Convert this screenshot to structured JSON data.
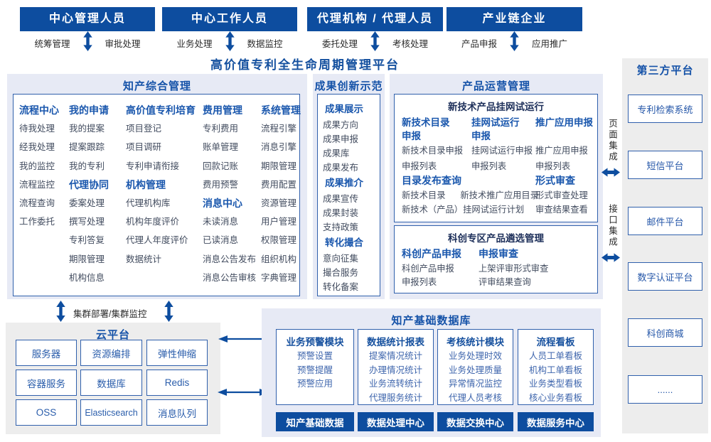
{
  "colors": {
    "dark_blue": "#0d4d9f",
    "accent_blue": "#1a57ad",
    "panel_lavender": "#e7eaf5",
    "panel_gray": "#ededed",
    "border_blue": "#3060ac",
    "item_gray": "#424c5f",
    "item_blue": "#3f66ad"
  },
  "top_groups": [
    {
      "title": "中心管理人员",
      "left": "统筹管理",
      "right": "审批处理"
    },
    {
      "title": "中心工作人员",
      "left": "业务处理",
      "right": "数据监控"
    },
    {
      "title": "代理机构 / 代理人员",
      "left": "委托处理",
      "right": "考核处理"
    },
    {
      "title": "产业链企业",
      "left": "产品申报",
      "right": "应用推广"
    }
  ],
  "platform_title": "高价值专利全生命周期管理平台",
  "ip": {
    "title": "知产综合管理",
    "col1": {
      "h": "流程中心",
      "items": [
        "待我处理",
        "经我处理",
        "我的监控",
        "流程监控",
        "流程查询",
        "工作委托"
      ]
    },
    "col2a": {
      "h": "我的申请",
      "items": [
        "我的提案",
        "提案跟踪",
        "我的专利"
      ]
    },
    "col2b": {
      "h": "代理协同",
      "items": [
        "委案处理",
        "撰写处理",
        "专利答复",
        "期限管理",
        "机构信息"
      ]
    },
    "col3a": {
      "h": "高价值专利培育",
      "items": [
        "项目登记",
        "项目调研",
        "专利申请衔接"
      ]
    },
    "col3b": {
      "h": "机构管理",
      "items": [
        "代理机构库",
        "机构年度评价",
        "代理人年度评价",
        "数据统计"
      ]
    },
    "col4a": {
      "h": "费用管理",
      "items": [
        "专利费用",
        "账单管理",
        "回款记账",
        "费用预警"
      ]
    },
    "col4b": {
      "h": "消息中心",
      "items": [
        "未读消息",
        "已读消息",
        "消息公告发布",
        "消息公告审核"
      ]
    },
    "col5": {
      "h": "系统管理",
      "items": [
        "流程引擎",
        "消息引擎",
        "期限管理",
        "费用配置",
        "资源管理",
        "用户管理",
        "权限管理",
        "组织机构",
        "字典管理"
      ]
    }
  },
  "ach": {
    "title": "成果创新示范",
    "g1": {
      "h": "成果展示",
      "items": [
        "成果方向",
        "成果申报",
        "成果库",
        "成果发布"
      ]
    },
    "g2": {
      "h": "成果推介",
      "items": [
        "成果宣传",
        "成果封装",
        "支持政策"
      ]
    },
    "g3": {
      "h": "转化撮合",
      "items": [
        "意向征集",
        "撮合服务",
        "转化备案"
      ]
    }
  },
  "prod": {
    "title": "产品运营管理",
    "box1": {
      "header": "新技术产品挂网试运行",
      "c1": {
        "h": "新技术目录申报",
        "items": [
          "新技术目录申报",
          "申报列表"
        ]
      },
      "c2": {
        "h": "挂网试运行申报",
        "items": [
          "挂网试运行申报",
          "申报列表"
        ]
      },
      "c3": {
        "h": "推广应用申报",
        "items": [
          "推广应用申报",
          "申报列表"
        ]
      },
      "catalog": {
        "h": "目录发布查询",
        "i1": "新技术目录",
        "i2": "新技术推广应用目录",
        "i3": "新技术（产品）挂网试运行计划"
      },
      "review": {
        "h": "形式审查",
        "items": [
          "形式审查处理",
          "审查结果查看"
        ]
      }
    },
    "box2": {
      "header": "科创专区产品遴选管理",
      "c1": {
        "h": "科创产品申报",
        "items": [
          "科创产品申报",
          "申报列表"
        ]
      },
      "c2": {
        "h": "申报审查",
        "items": [
          "上架评审形式审查",
          "评审结果查询"
        ]
      }
    }
  },
  "third_party": {
    "title": "第三方平台",
    "items": [
      "专利检索系统",
      "短信平台",
      "邮件平台",
      "数字认证平台",
      "科创商城",
      "......"
    ]
  },
  "integration": {
    "page": "页面集成",
    "api": "接口集成"
  },
  "cluster_label": "集群部署/集群监控",
  "cloud": {
    "title": "云平台",
    "items": [
      "服务器",
      "资源编排",
      "弹性伸缩",
      "容器服务",
      "数据库",
      "Redis",
      "OSS",
      "Elasticsearch",
      "消息队列"
    ]
  },
  "db": {
    "title": "知产基础数据库",
    "m1": {
      "h": "业务预警模块",
      "items": [
        "预警设置",
        "预警提醒",
        "预警应用"
      ]
    },
    "m2": {
      "h": "数据统计报表",
      "items": [
        "提案情况统计",
        "办理情况统计",
        "业务流转统计",
        "代理服务统计"
      ]
    },
    "m3": {
      "h": "考核统计模块",
      "items": [
        "业务处理时效",
        "业务处理质量",
        "异常情况监控",
        "代理人员考核"
      ]
    },
    "m4": {
      "h": "流程看板",
      "items": [
        "人员工单看板",
        "机构工单看板",
        "业务类型看板",
        "核心业务看板"
      ]
    },
    "centers": [
      "知产基础数据",
      "数据处理中心",
      "数据交换中心",
      "数据服务中心"
    ]
  }
}
